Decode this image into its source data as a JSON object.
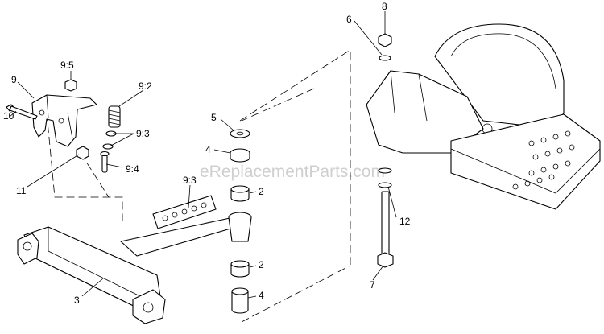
{
  "watermark": "eReplacementParts.com",
  "callouts": {
    "c9_5": "9:5",
    "c9": "9",
    "c9_2": "9:2",
    "c10": "10",
    "c9_3a": "9:3",
    "c9_4": "9:4",
    "c11": "11",
    "c9_3b": "9:3",
    "c5": "5",
    "c4a": "4",
    "c2a": "2",
    "c2b": "2",
    "c4b": "4",
    "c3": "3",
    "c6": "6",
    "c8": "8",
    "c12": "12",
    "c7": "7"
  }
}
